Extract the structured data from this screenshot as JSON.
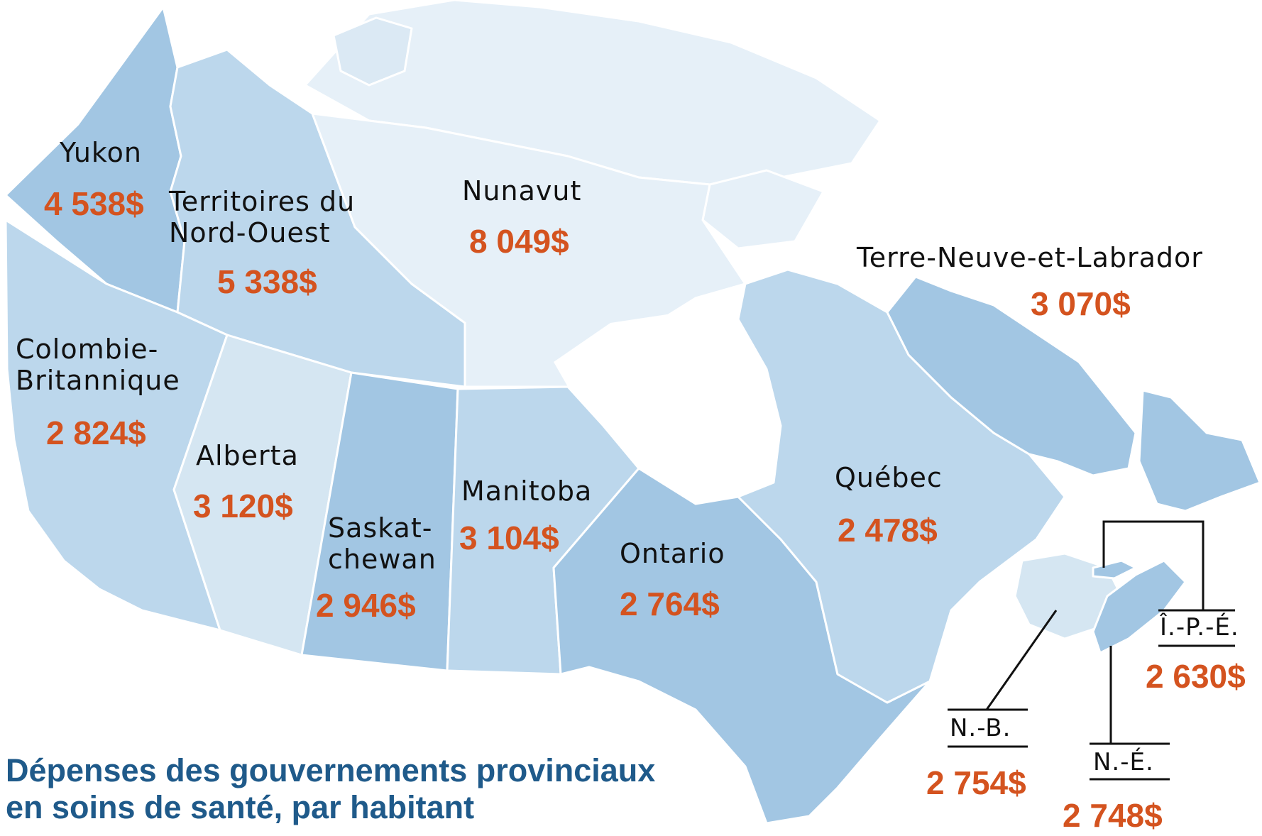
{
  "title": "Dépenses des gouvernements provinciaux\nen soins de santé, par habitant",
  "colors": {
    "light": "#d5e6f2",
    "medium": "#bcd7ec",
    "dark": "#a2c6e3",
    "lightest": "#e6f0f8",
    "value": "#d4531f",
    "title": "#1f5a8a"
  },
  "regions": [
    {
      "key": "yukon",
      "label": "Yukon",
      "value": "4 538$",
      "shade": "dark"
    },
    {
      "key": "tno",
      "label": "Territoires du\nNord-Ouest",
      "value": "5 338$",
      "shade": "medium"
    },
    {
      "key": "nunavut",
      "label": "Nunavut",
      "value": "8 049$",
      "shade": "lightest"
    },
    {
      "key": "tnl",
      "label": "Terre-Neuve-et-Labrador",
      "value": "3 070$",
      "shade": "dark"
    },
    {
      "key": "cb",
      "label": "Colombie-\nBritannique",
      "value": "2 824$",
      "shade": "medium"
    },
    {
      "key": "alberta",
      "label": "Alberta",
      "value": "3 120$",
      "shade": "light"
    },
    {
      "key": "sask",
      "label": "Saskat-\nchewan",
      "value": "2 946$",
      "shade": "dark"
    },
    {
      "key": "manitoba",
      "label": "Manitoba",
      "value": "3 104$",
      "shade": "medium"
    },
    {
      "key": "ontario",
      "label": "Ontario",
      "value": "2 764$",
      "shade": "dark"
    },
    {
      "key": "quebec",
      "label": "Québec",
      "value": "2 478$",
      "shade": "medium"
    },
    {
      "key": "ipe",
      "label": "Î.-P.-É.",
      "value": "2 630$",
      "shade": "dark"
    },
    {
      "key": "nb",
      "label": "N.-B.",
      "value": "2 754$",
      "shade": "light"
    },
    {
      "key": "ne",
      "label": "N.-É.",
      "value": "2 748$",
      "shade": "dark"
    }
  ]
}
